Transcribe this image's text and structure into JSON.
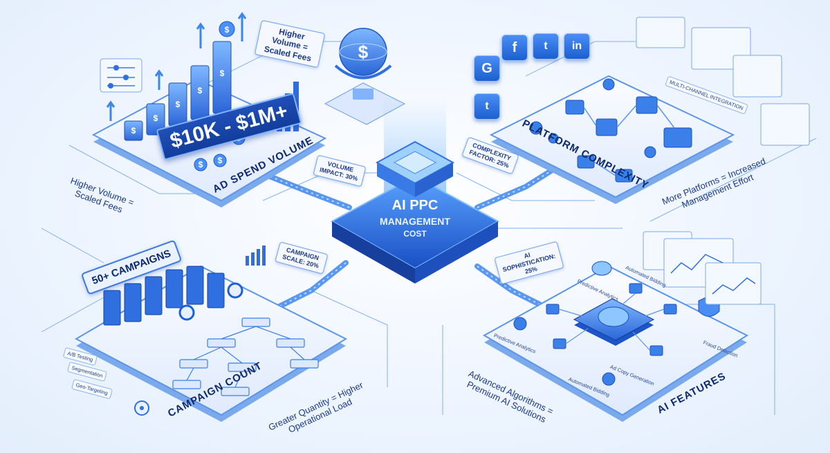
{
  "center": {
    "title_line1": "AI PPC",
    "title_line2": "MANAGEMENT",
    "title_line3": "COST"
  },
  "panels": {
    "ad_spend": {
      "title": "AD SPEND VOLUME",
      "range": "$10K - $1M+",
      "note": "Higher Volume = Scaled Fees"
    },
    "platform": {
      "title": "PLATFORM COMPLEXITY",
      "integration_label": "MULTI-CHANNEL INTEGRATION"
    },
    "campaign": {
      "title": "CAMPAIGN COUNT",
      "badge": "50+ CAMPAIGNS",
      "side_tags": [
        "A/B Testing",
        "Segmentation",
        "Geo-Targeting"
      ]
    },
    "ai_features": {
      "title": "AI FEATURES",
      "chips": [
        "Predictive Analytics",
        "Automated Bidding",
        "Predictive Analytics",
        "Ad Copy Generation",
        "Automated Bidding",
        "Fraud Detection"
      ]
    }
  },
  "factors": {
    "volume": "VOLUME IMPACT: 30%",
    "complexity": "COMPLEXITY FACTOR: 25%",
    "campaign": "CAMPAIGN SCALE: 20%",
    "ai": "AI SOPHISTICATION: 25%"
  },
  "captions": {
    "volume": "Higher Volume = Scaled Fees",
    "platform": "More Platforms = Increased Management Effort",
    "campaign": "Greater Quantity = Higher Operational Load",
    "ai": "Advanced Algorithms = Premium AI Solutions"
  },
  "social_icons": [
    "G",
    "f",
    "t",
    "in",
    "t"
  ],
  "colors": {
    "primary": "#1f5fd6",
    "accent": "#4a9bff",
    "dark": "#0e2a6e",
    "panel": "#f3f8ff"
  }
}
